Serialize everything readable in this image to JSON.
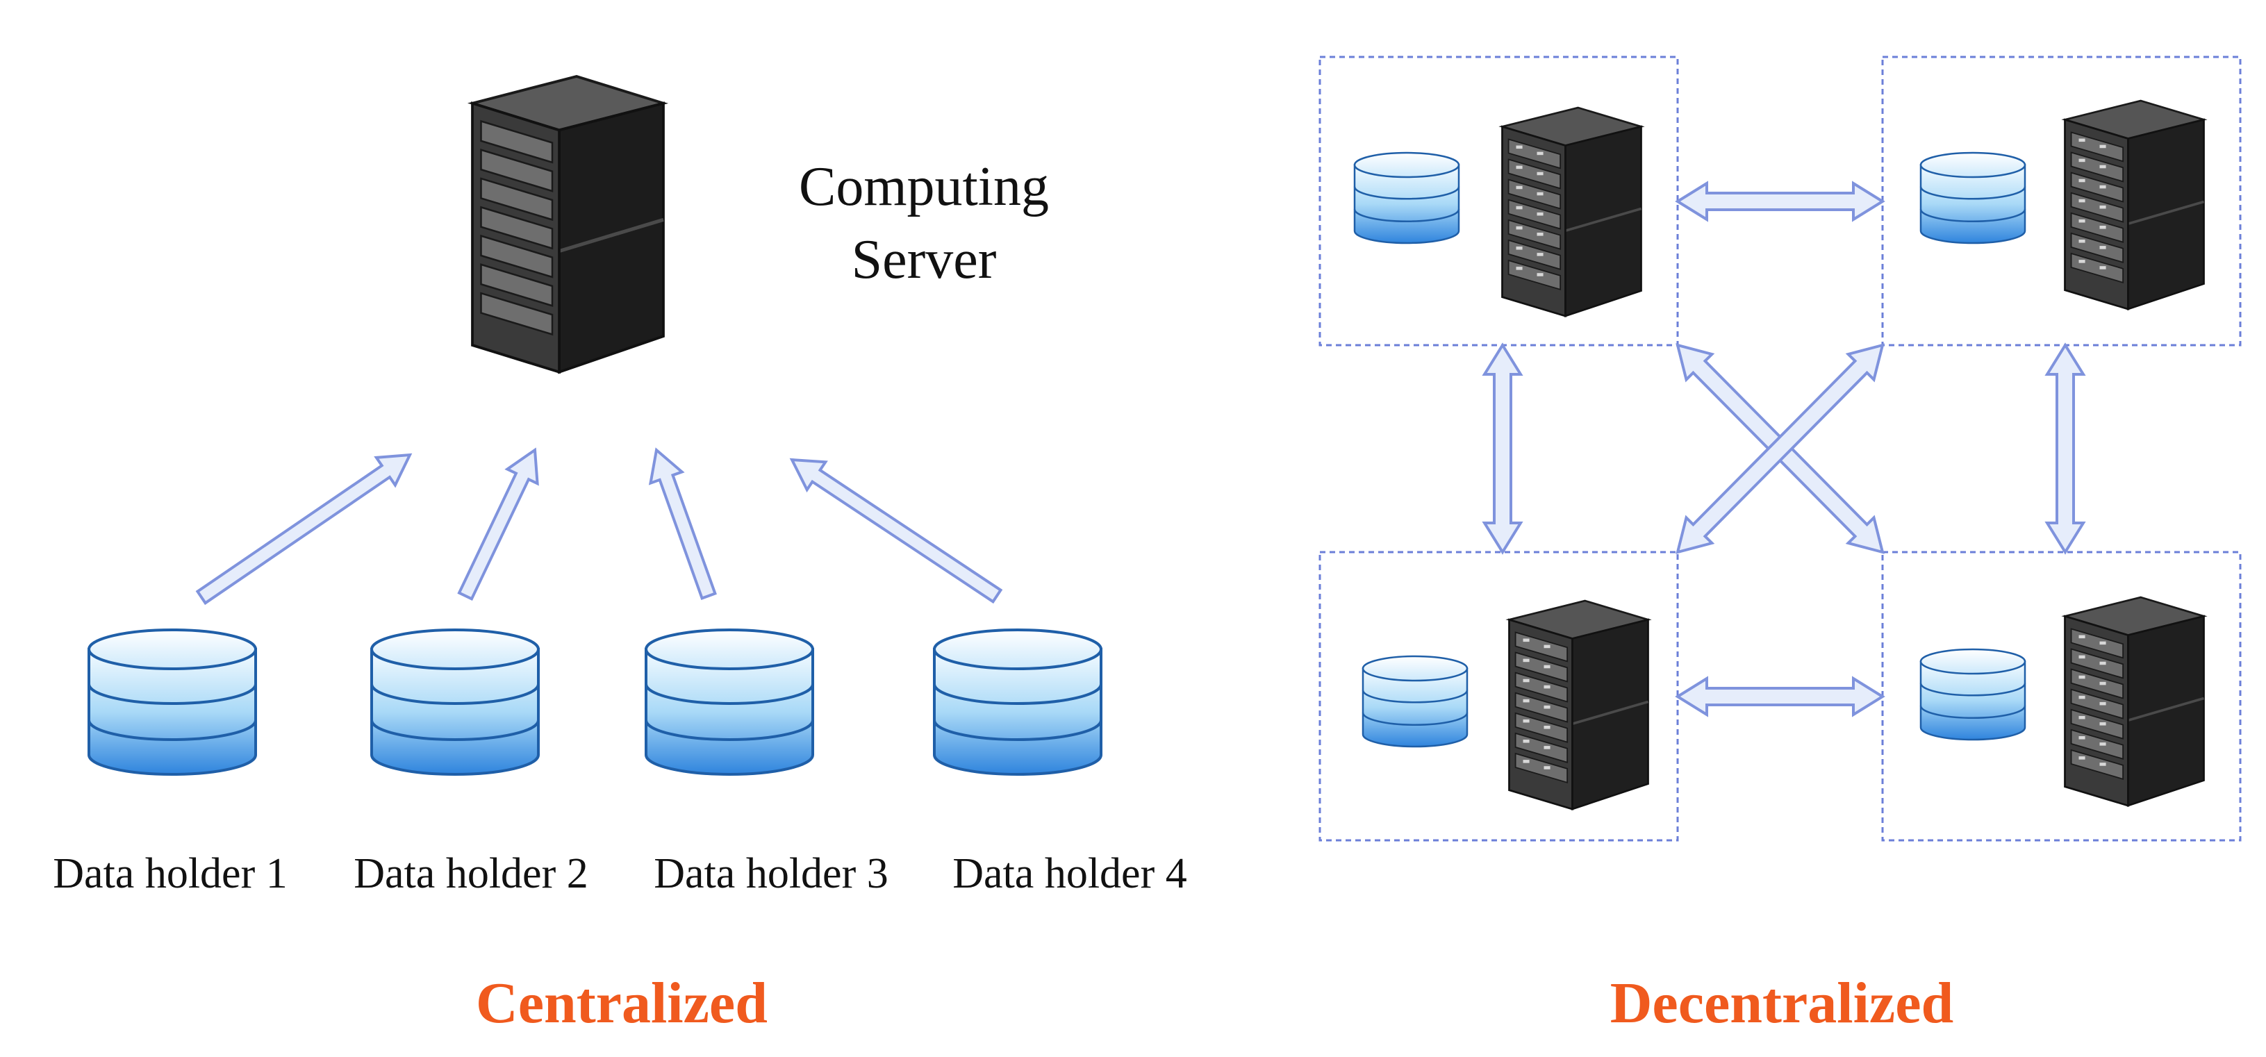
{
  "centralized": {
    "caption": "Centralized",
    "server_label_line1": "Computing",
    "server_label_line2": "Server",
    "data_holders": [
      "Data holder 1",
      "Data holder 2",
      "Data holder 3",
      "Data holder 4"
    ]
  },
  "decentralized": {
    "caption": "Decentralized"
  },
  "colors": {
    "caption": "#f05a1e",
    "arrow_stroke": "#7f93dd",
    "arrow_fill": "#e6edfb",
    "node_border": "#6b7fd8",
    "db_light": "#e9f6ff",
    "db_dark": "#2f84dd",
    "server_dark": "#2c2c2c",
    "server_face": "#3e3e3e"
  },
  "icons": [
    "server-rack-icon",
    "database-cylinder-icon",
    "double-headed-arrow-icon",
    "single-arrow-icon"
  ]
}
